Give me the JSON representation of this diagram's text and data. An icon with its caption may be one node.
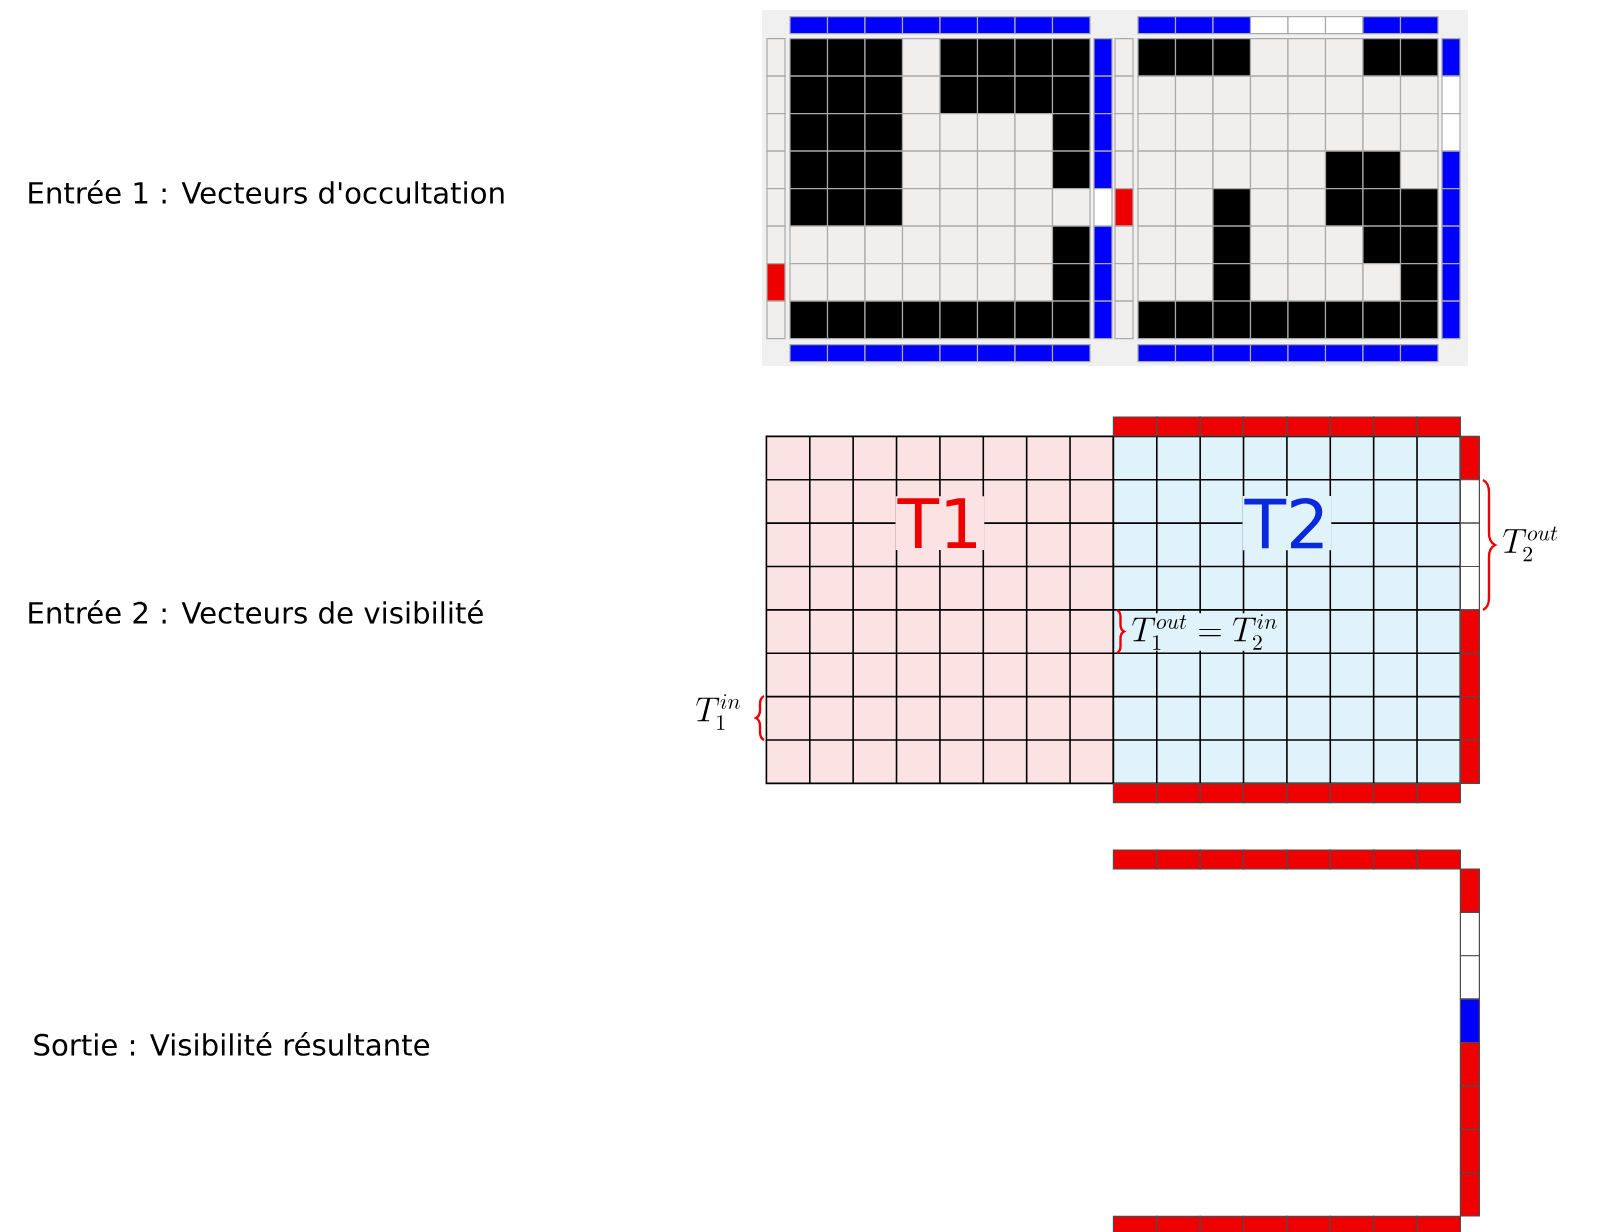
{
  "diagram": {
    "nodes": [
      {
        "text": [
          "T1"
        ]
      },
      {
        "text": [
          "T2"
        ]
      }
    ],
    "labels": [
      "Entrée 1 : Vecteurs d'occultation",
      "T_2^{out}",
      "Entrée 2 : Vecteurs de visibilité",
      "T_1^{out}=T_2^{in}",
      "T_1^{in}",
      "Sortie : Visibilité résultante"
    ]
  }
}
